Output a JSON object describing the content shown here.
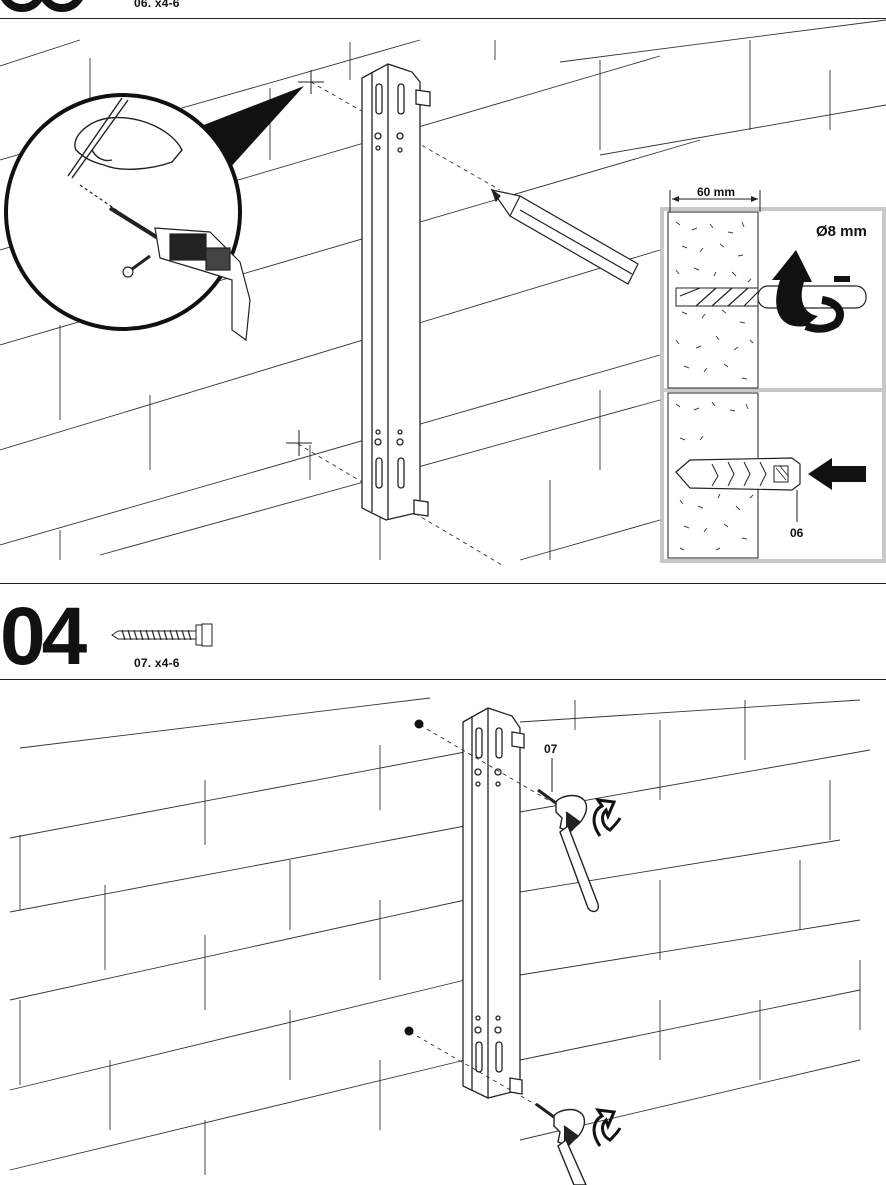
{
  "step_prev": {
    "part_label": "06. x4-6"
  },
  "step_current": {
    "number": "04",
    "part_label": "07. x4-6"
  },
  "drill_detail": {
    "depth_label": "60 mm",
    "diameter_label": "Ø8 mm",
    "plug_callout": "06"
  },
  "screw_callout": "07",
  "colors": {
    "line": "#222222",
    "panel_border": "#c8c8c8",
    "fill_dark": "#111111"
  }
}
